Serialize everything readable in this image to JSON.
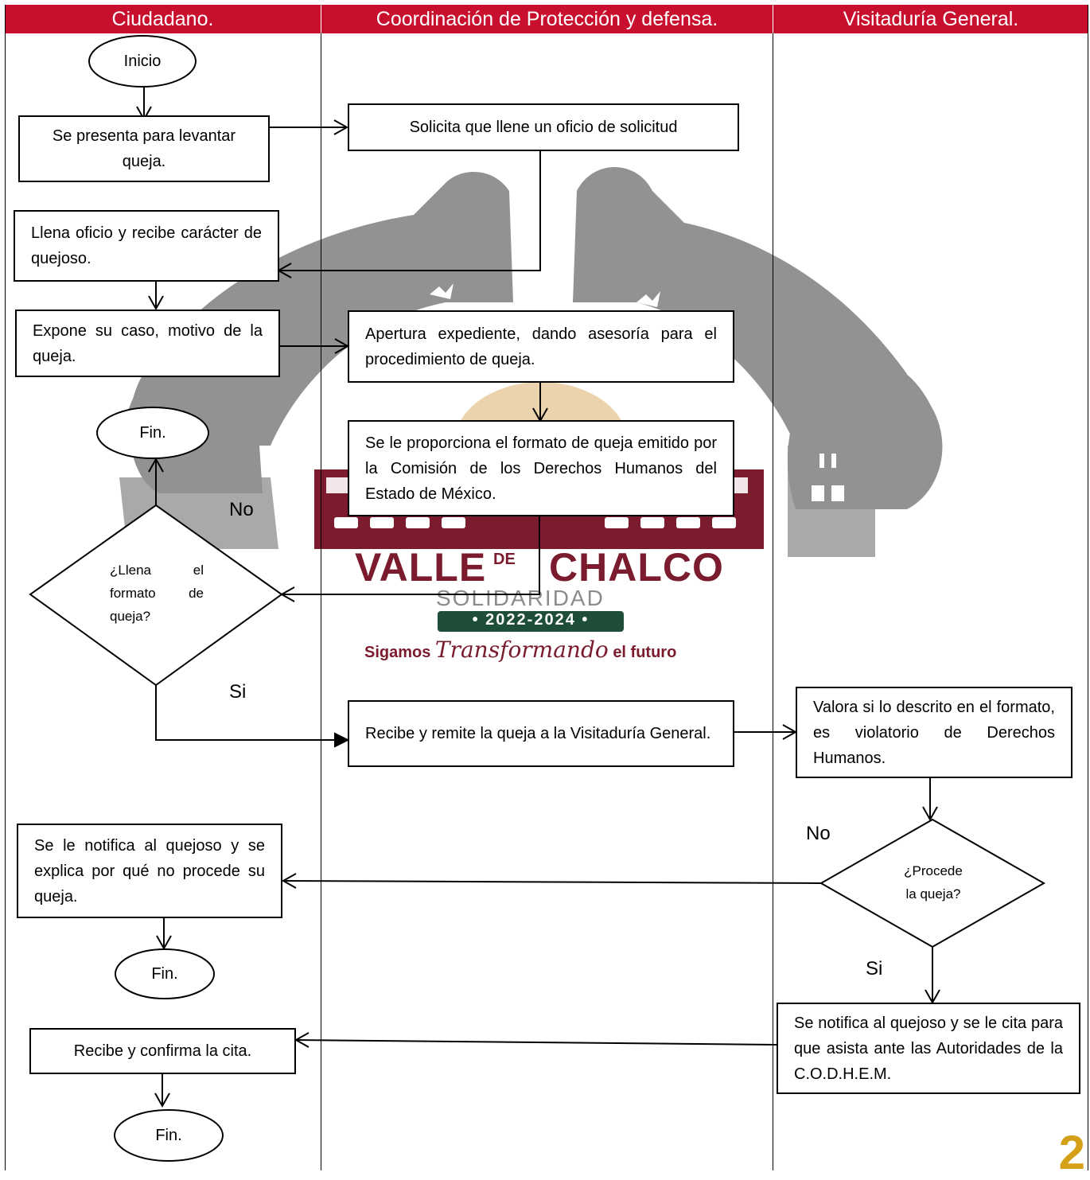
{
  "lanes": {
    "citizen": "Ciudadano.",
    "coordination": "Coordinación de Protección y defensa.",
    "visitaduria": "Visitaduría General."
  },
  "nodes": {
    "start": "Inicio",
    "present": "Se presenta para levantar queja.",
    "request_form": "Solicita que llene un oficio de solicitud",
    "fill_form": "Llena oficio y recibe carácter de quejoso.",
    "expose_case": "Expone su caso, motivo de la queja.",
    "open_file": "Apertura expediente, dando asesoría para el procedimiento de queja.",
    "provide_format": "Se le proporciona el formato de queja emitido por la Comisión de los Derechos Humanos del Estado de México.",
    "end_1": "Fin.",
    "decision_fill": "¿Llena el formato de queja?",
    "receive_forward": "Recibe y remite la queja a la Visitaduría General.",
    "evaluate": "Valora si lo descrito en el formato, es violatorio de Derechos Humanos.",
    "notify_reject": "Se le notifica al quejoso y se explica por qué no procede su queja.",
    "decision_proceed": "¿Procede la queja?",
    "end_2": "Fin.",
    "notify_appointment": "Se notifica al quejoso y se le cita para que asista ante las Autoridades de la C.O.D.H.E.M.",
    "confirm": "Recibe y confirma la cita.",
    "end_3": "Fin."
  },
  "branch_labels": {
    "no_1": "No",
    "si_1": "Si",
    "no_2": "No",
    "si_2": "Si"
  },
  "watermark": {
    "name_1": "VALLE",
    "name_de": "DE",
    "name_2": "CHALCO",
    "sub": "SOLIDARIDAD",
    "years": "• 2022-2024 •",
    "slogan_1": "Sigamos",
    "slogan_2": "Transformando",
    "slogan_3": "el futuro"
  },
  "page_number": "2",
  "colors": {
    "header": "#c8102e",
    "watermark_gray": "#8c8c8c",
    "watermark_maroon": "#7a1c2e",
    "watermark_green": "#1e4d3a",
    "page_number": "#d4a017"
  }
}
